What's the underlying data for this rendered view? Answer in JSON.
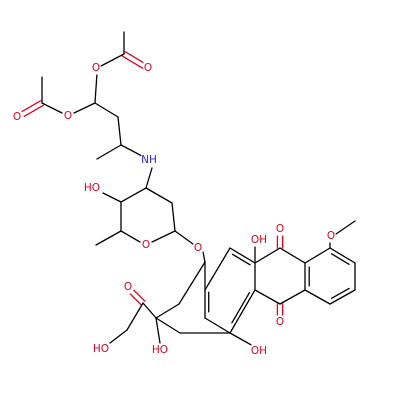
{
  "colors": {
    "bond": "#000000",
    "oxygen": "#e8001c",
    "nitrogen": "#2b2bd6",
    "background": "#ffffff"
  },
  "labels": {
    "o_acetyl_top_carbonyl": "O",
    "o_acetyl_top_ester": "O",
    "o_acetyl_left_carbonyl": "O",
    "o_acetyl_left_ester": "O",
    "n_amine": "NH",
    "o_sugar_hydroxyl": "HO",
    "o_sugar_ring": "O",
    "o_glycosidic": "O",
    "o_phenol_top": "OH",
    "o_quinone_top": "O",
    "o_methoxy": "O",
    "o_ketone_side": "O",
    "o_tertiary_hydroxyl": "HO",
    "o_primary_hydroxyl": "HO",
    "o_phenol_bottom": "OH",
    "o_quinone_bottom": "O"
  }
}
